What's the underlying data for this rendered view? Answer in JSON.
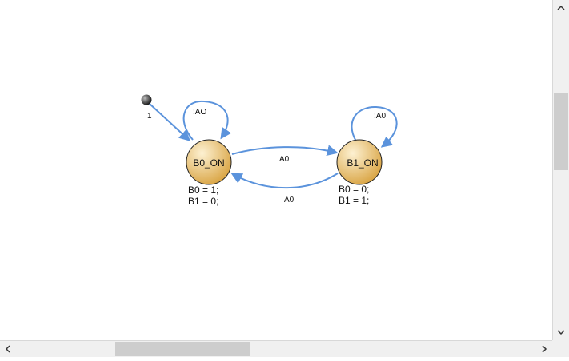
{
  "diagram": {
    "initial": {
      "label": "1"
    },
    "states": [
      {
        "id": "b0",
        "name": "B0_ON",
        "actions": [
          "B0 = 1;",
          "B1 = 0;"
        ]
      },
      {
        "id": "b1",
        "name": "B1_ON",
        "actions": [
          "B0 = 0;",
          "B1 = 1;"
        ]
      }
    ],
    "transitions": [
      {
        "from": "b0",
        "to": "b0",
        "label": "!AO"
      },
      {
        "from": "b1",
        "to": "b1",
        "label": "!A0"
      },
      {
        "from": "b0",
        "to": "b1",
        "label": "A0"
      },
      {
        "from": "b1",
        "to": "b0",
        "label": "A0"
      }
    ]
  },
  "colors": {
    "state_fill_light": "#fbe7b8",
    "state_fill_dark": "#d9a443",
    "edge": "#5b93dc"
  },
  "icons": {
    "scroll_up": "chevron-up-icon",
    "scroll_down": "chevron-down-icon",
    "scroll_left": "chevron-left-icon",
    "scroll_right": "chevron-right-icon"
  }
}
